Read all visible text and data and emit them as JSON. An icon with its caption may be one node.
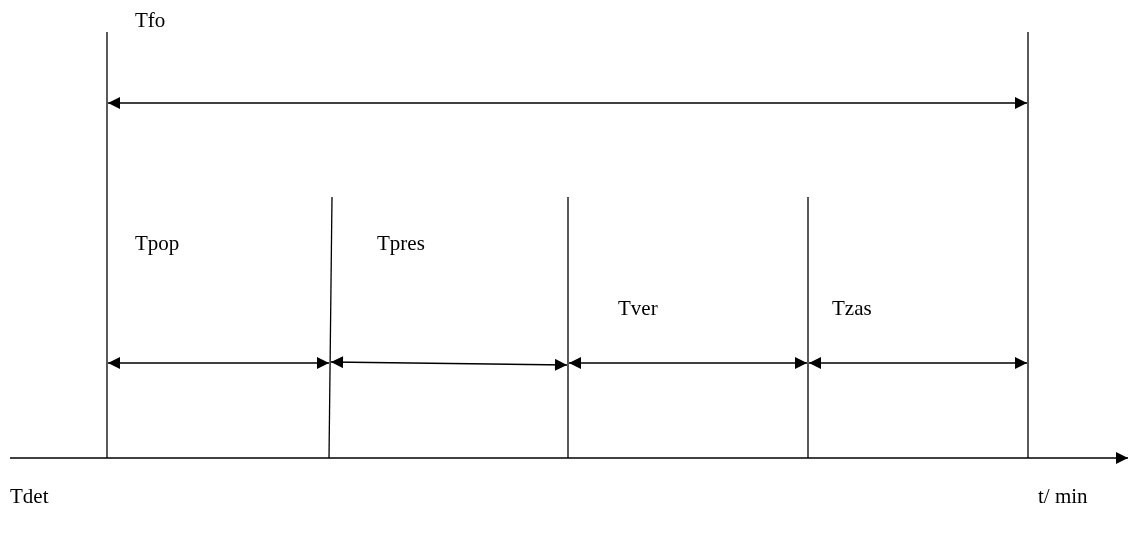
{
  "diagram": {
    "labels": [
      "Tfo",
      "Tpop",
      "Tpres",
      "Tver",
      "Tzas",
      "Tdet",
      "t/ min"
    ]
  }
}
